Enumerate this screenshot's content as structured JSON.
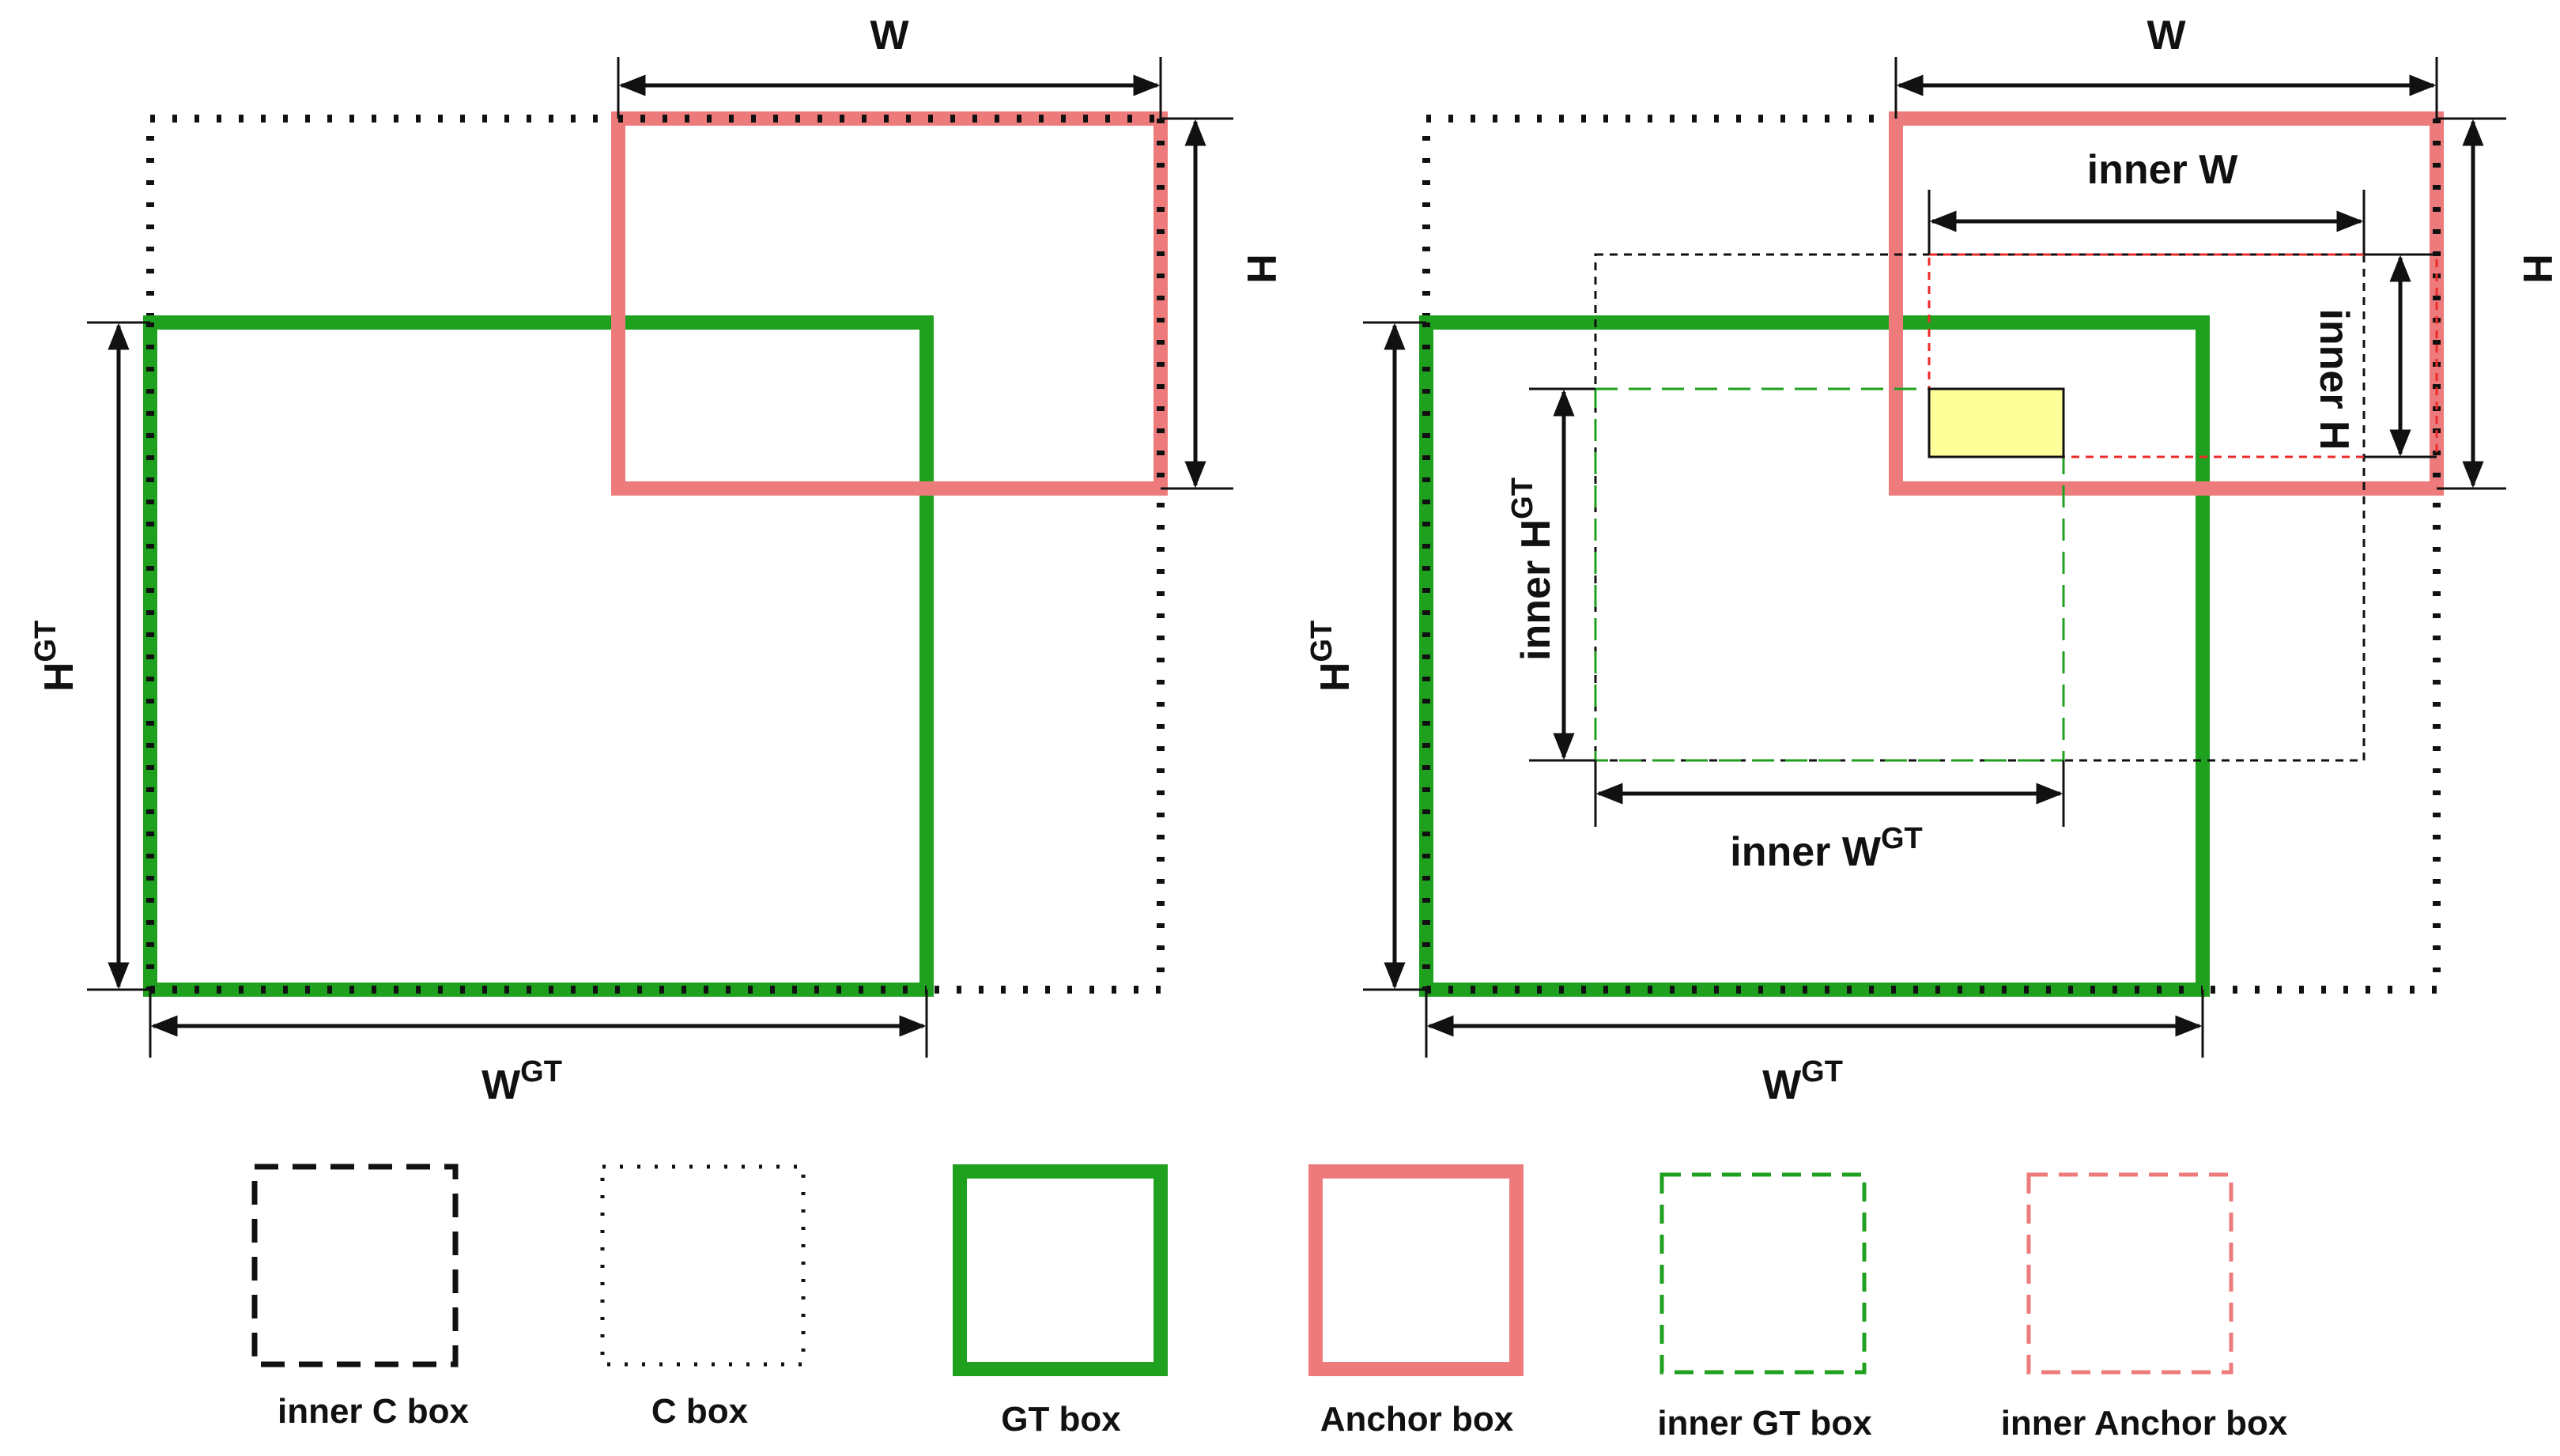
{
  "labels": {
    "w": "W",
    "h": "H",
    "h_gt_base": "H",
    "w_gt_base": "W",
    "gt_sup": "GT",
    "inner_w": "inner W",
    "inner_h": "inner H",
    "inner_h_gt_base": "inner H",
    "inner_w_gt_base": "inner W"
  },
  "legend": {
    "inner_c_box": "inner C box",
    "c_box": "C box",
    "gt_box": "GT box",
    "anchor_box": "Anchor box",
    "inner_gt_box": "inner GT box",
    "inner_anchor_box": "inner Anchor box"
  },
  "colors": {
    "gt": "#1fa01f",
    "anchor": "#ee7b7b",
    "intersection": "#ffff99",
    "outline": "#111111"
  }
}
